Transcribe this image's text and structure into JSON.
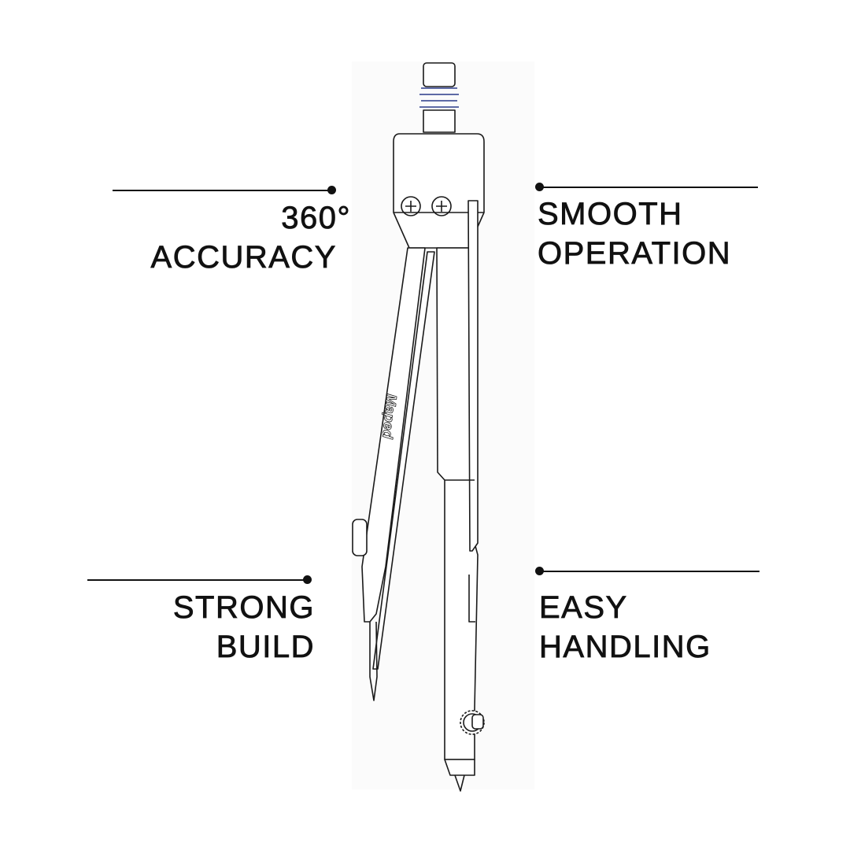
{
  "features": {
    "top_left": {
      "line1": "360°",
      "line2": "ACCURACY"
    },
    "top_right": {
      "line1": "SMOOTH",
      "line2": "OPERATION"
    },
    "bottom_left": {
      "line1": "STRONG",
      "line2": "BUILD"
    },
    "bottom_right": {
      "line1": "EASY",
      "line2": "HANDLING"
    }
  },
  "product": {
    "brand": "Maped"
  },
  "colors": {
    "text": "#111111",
    "outline": "#1a1a1a",
    "accent": "#2a3a8a"
  }
}
